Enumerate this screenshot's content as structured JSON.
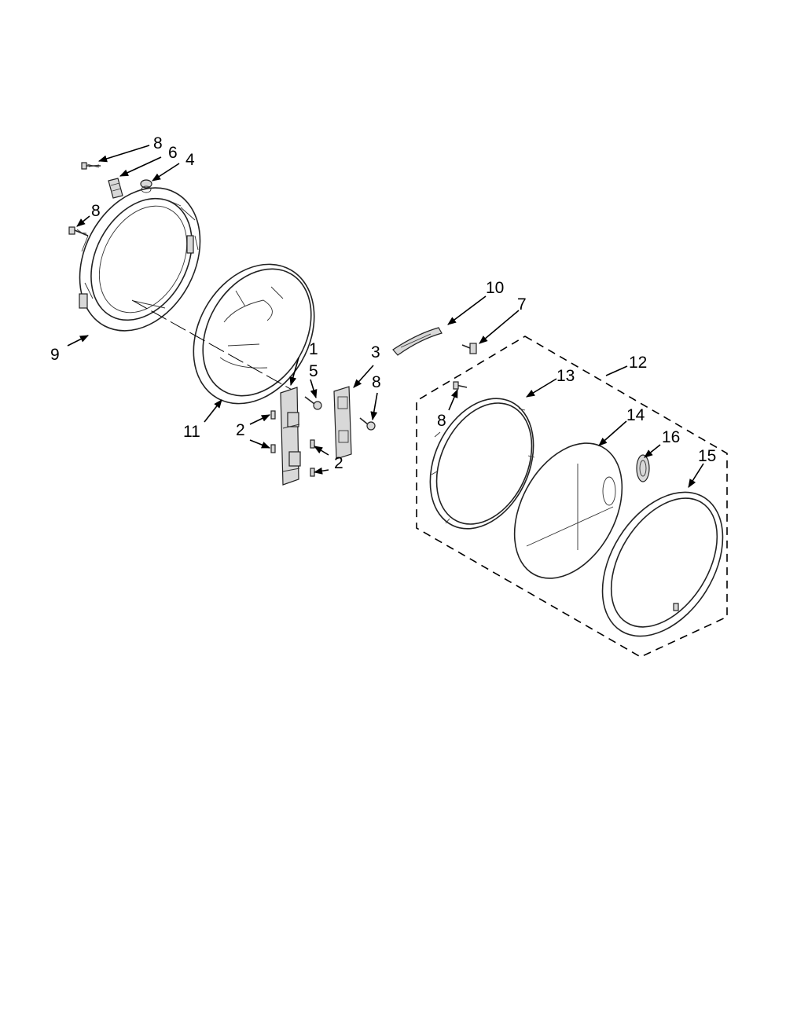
{
  "callouts": [
    {
      "id": "c1",
      "text": "1"
    },
    {
      "id": "c2a",
      "text": "2"
    },
    {
      "id": "c2b",
      "text": "2"
    },
    {
      "id": "c3",
      "text": "3"
    },
    {
      "id": "c4",
      "text": "4"
    },
    {
      "id": "c5",
      "text": "5"
    },
    {
      "id": "c6",
      "text": "6"
    },
    {
      "id": "c7",
      "text": "7"
    },
    {
      "id": "c8a",
      "text": "8"
    },
    {
      "id": "c8b",
      "text": "8"
    },
    {
      "id": "c8c",
      "text": "8"
    },
    {
      "id": "c8d",
      "text": "8"
    },
    {
      "id": "c9",
      "text": "9"
    },
    {
      "id": "c10",
      "text": "10"
    },
    {
      "id": "c11",
      "text": "11"
    },
    {
      "id": "c12",
      "text": "12"
    },
    {
      "id": "c13",
      "text": "13"
    },
    {
      "id": "c14",
      "text": "14"
    },
    {
      "id": "c15",
      "text": "15"
    },
    {
      "id": "c16",
      "text": "16"
    }
  ]
}
